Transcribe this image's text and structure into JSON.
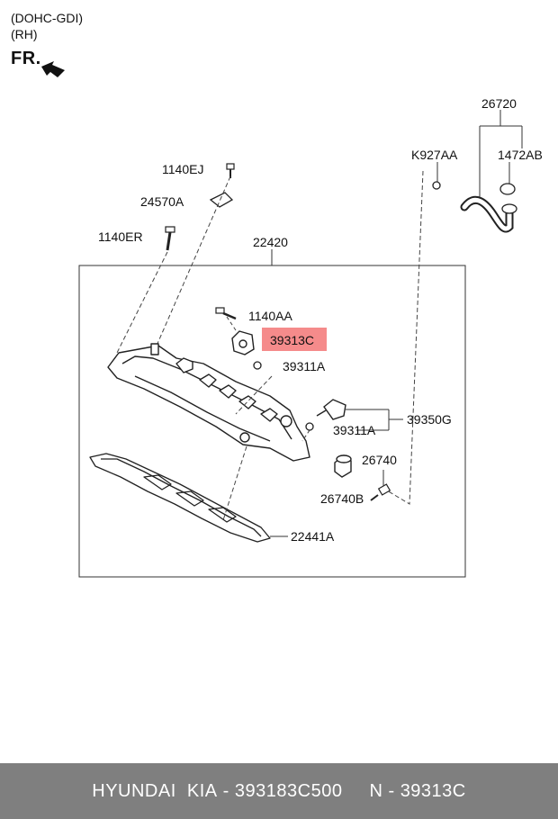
{
  "header": {
    "line1": "(DOHC-GDI)",
    "line2": "(RH)",
    "front": "FR."
  },
  "parts": {
    "p26720": "26720",
    "pK927AA": "K927AA",
    "p1472AB": "1472AB",
    "p1140EJ": "1140EJ",
    "p24570A": "24570A",
    "p1140ER": "1140ER",
    "p22420": "22420",
    "p1140AA": "1140AA",
    "p39313C": "39313C",
    "p39311A_top": "39311A",
    "p39350G": "39350G",
    "p39311A_mid": "39311A",
    "p26740": "26740",
    "p26740B": "26740B",
    "p22441A": "22441A"
  },
  "highlight": {
    "part": "39313C",
    "color": "#f58b8b"
  },
  "footer": {
    "brand": "HYUNDAI  KIA",
    "part_number": "393183C500",
    "ref": "39313C",
    "sep": " - ",
    "ref_prefix": "N"
  }
}
